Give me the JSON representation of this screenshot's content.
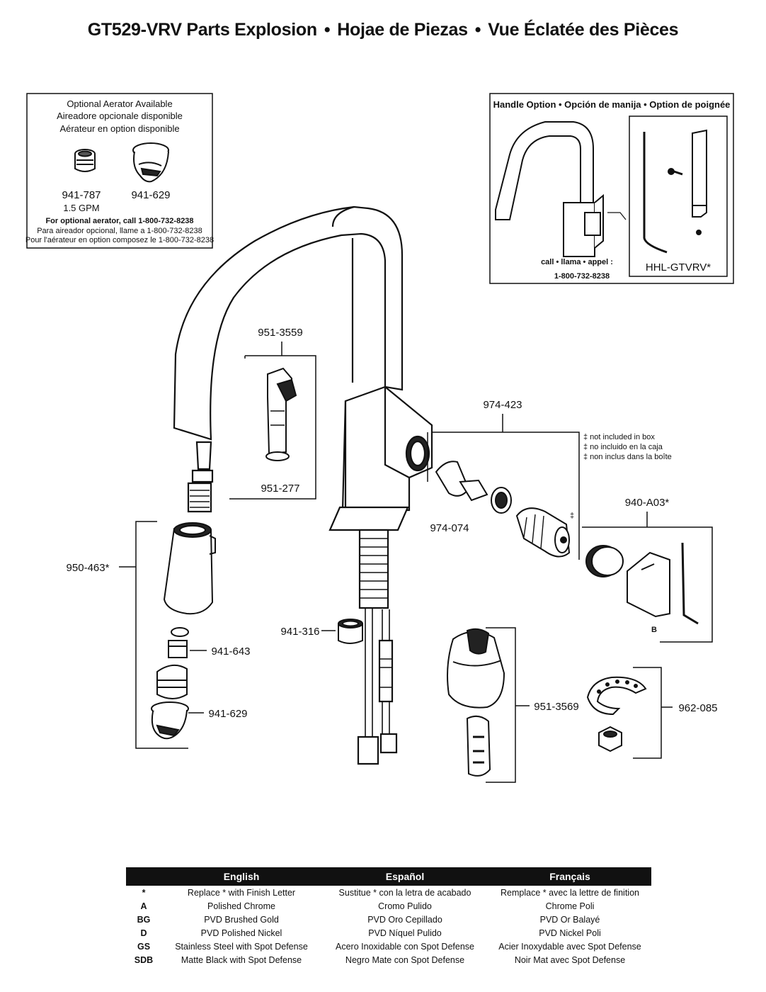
{
  "title": {
    "english": "GT529-VRV Parts Explosion",
    "spanish": "Hojae de Piezas",
    "french": "Vue Éclatée des Pièces",
    "separator": "•"
  },
  "aerator_box": {
    "heading": "Optional Aerator Available",
    "heading_es": "Aireadore opcionale disponible",
    "heading_fr": "Aérateur en option disponible",
    "part_a": "941-787",
    "part_a_note": "1.5 GPM",
    "part_b": "941-629",
    "call_en": "For optional aerator, call 1-800-732-8238",
    "call_es": "Para aireador opcional, llame a 1-800-732-8238",
    "call_fr": "Pour l'aérateur en option composez le 1-800-732-8238"
  },
  "handle_box": {
    "heading": "Handle Option • Opción de manija • Option de poignée",
    "call": "call • llama • appel :",
    "phone": "1-800-732-8238",
    "kit": "HHL-GTVRV*"
  },
  "parts": {
    "p951_3559": "951-3559",
    "p951_277": "951-277",
    "p974_423": "974-423",
    "p974_074": "974-074",
    "p940_A03": "940-A03*",
    "p950_463": "950-463*",
    "p941_643": "941-643",
    "p941_629": "941-629",
    "p941_316": "941-316",
    "p951_3569": "951-3569",
    "p962_085": "962-085"
  },
  "footnote": {
    "mark": "‡",
    "en": "‡ not included in box",
    "es": "‡ no incluido en la caja",
    "fr": "‡ non inclus dans la boîte"
  },
  "handle_letter": "B",
  "legend": {
    "headers": [
      "English",
      "Español",
      "Français"
    ],
    "rows": [
      {
        "code": "*",
        "en": "Replace * with Finish Letter",
        "es": "Sustitue * con la letra de acabado",
        "fr": "Remplace * avec la lettre de finition"
      },
      {
        "code": "A",
        "en": "Polished Chrome",
        "es": "Cromo Pulido",
        "fr": "Chrome Poli"
      },
      {
        "code": "BG",
        "en": "PVD Brushed Gold",
        "es": "PVD Oro Cepillado",
        "fr": "PVD Or Balayé"
      },
      {
        "code": "D",
        "en": "PVD Polished Nickel",
        "es": "PVD Níquel Pulido",
        "fr": "PVD Nickel Poli"
      },
      {
        "code": "GS",
        "en": "Stainless Steel with Spot Defense",
        "es": "Acero Inoxidable con Spot Defense",
        "fr": "Acier Inoxydable avec Spot Defense"
      },
      {
        "code": "SDB",
        "en": "Matte Black with Spot Defense",
        "es": "Negro Mate con Spot Defense",
        "fr": "Noir Mat avec Spot Defense"
      }
    ]
  }
}
